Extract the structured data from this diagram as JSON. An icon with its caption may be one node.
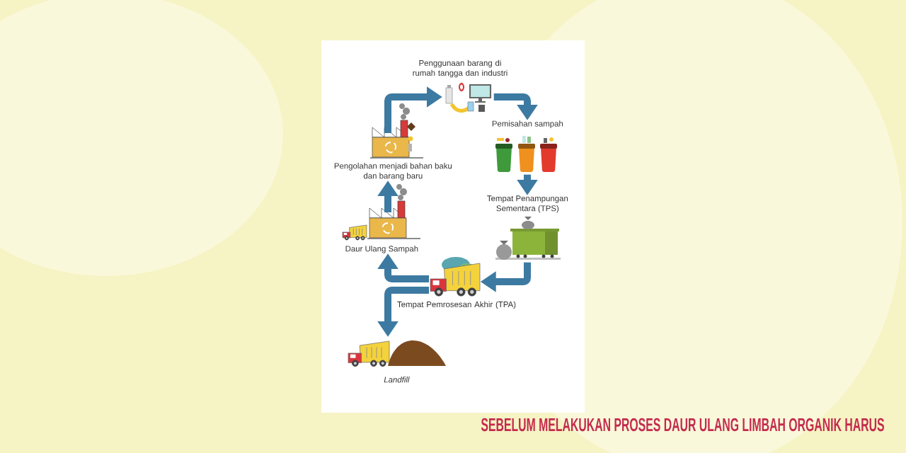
{
  "diagram": {
    "title": "SEBELUM MELAKUKAN PROSES DAUR ULANG LIMBAH ORGANIK HARUS",
    "nodes": [
      {
        "text": [],
        "shape": "picture",
        "beside": [
          "Penggunaan barang di rumah tangga dan industri"
        ]
      },
      {
        "text": [
          "Pemisahan sampah"
        ]
      },
      {
        "text": [
          "Tempat Penampungan Sementara (TPS)"
        ]
      },
      {
        "text": [],
        "shape": "picture",
        "beside": [
          "Tempat Pemrosesan Akhir (TPA)"
        ]
      },
      {
        "text": [
          "Daur Ulang Sampah"
        ]
      },
      {
        "text": [
          "Pengolahan menjadi bahan baku dan barang baru"
        ]
      },
      {
        "text": [
          "Landfill"
        ]
      }
    ],
    "edges": [
      {
        "from": 0,
        "to": 1,
        "arrow": "to"
      },
      {
        "from": 1,
        "to": 2,
        "arrow": "to"
      },
      {
        "from": 2,
        "to": 3,
        "arrow": "to"
      },
      {
        "from": 3,
        "to": 4,
        "arrow": "to"
      },
      {
        "from": 3,
        "to": 6,
        "arrow": "to"
      },
      {
        "from": 4,
        "to": 5,
        "arrow": "to"
      },
      {
        "from": 5,
        "to": 0,
        "arrow": "to"
      }
    ]
  }
}
